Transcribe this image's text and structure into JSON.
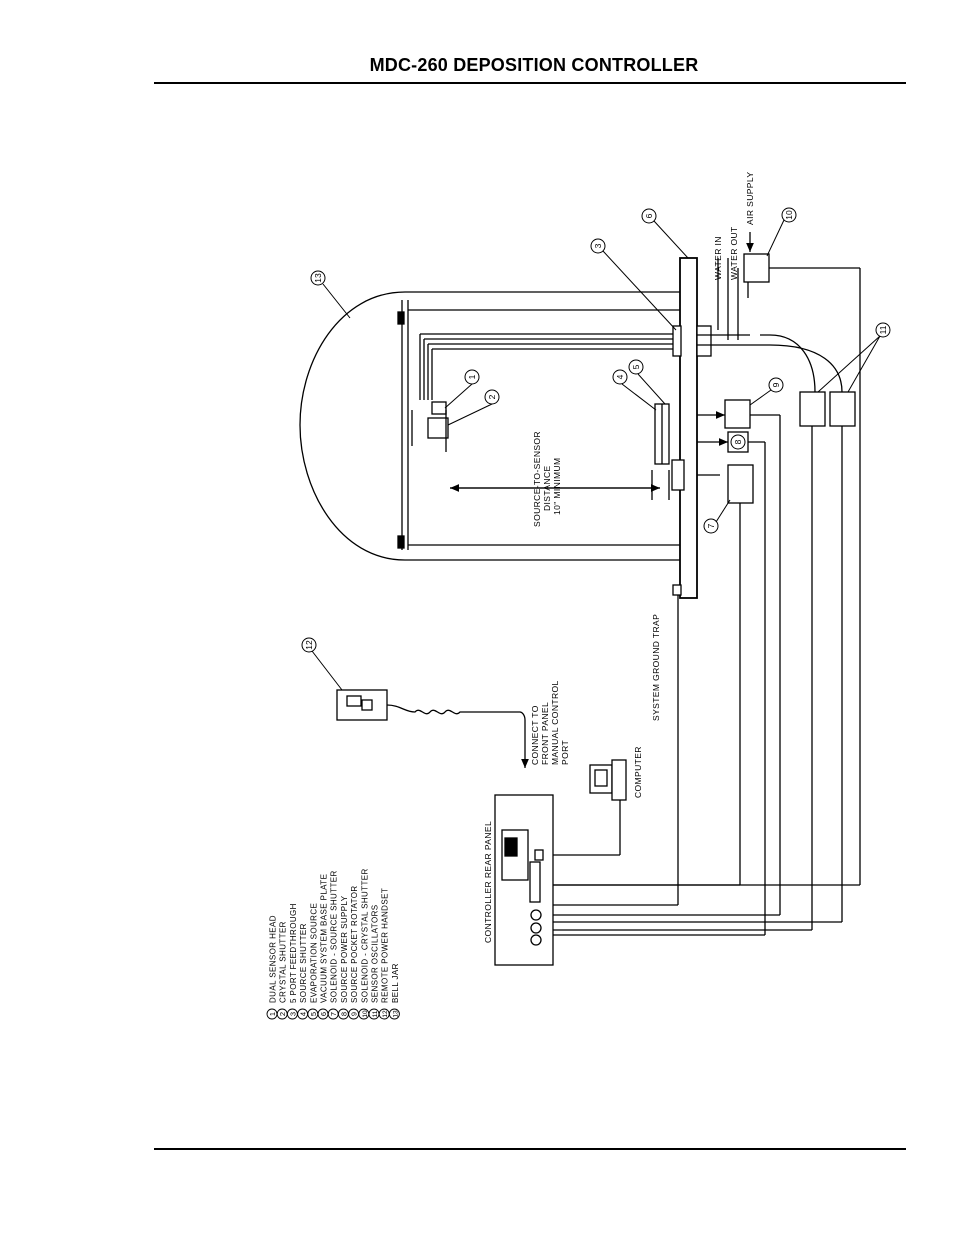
{
  "header": {
    "title": "MDC-260 DEPOSITION CONTROLLER"
  },
  "callouts": {
    "n1": "1",
    "n2": "2",
    "n3": "3",
    "n4": "4",
    "n5": "5",
    "n6": "6",
    "n7": "7",
    "n8": "8",
    "n9": "9",
    "n10": "10",
    "n11": "11",
    "n12": "12",
    "n13": "13"
  },
  "labels": {
    "air_supply": "AIR SUPPLY",
    "water_in": "WATER IN",
    "water_out": "WATER OUT",
    "distance_1": "SOURCE-TO-SENSOR",
    "distance_2": "DISTANCE",
    "distance_3": "10\" MINIMUM",
    "ground_trap": "SYSTEM GROUND TRAP",
    "connect_1": "CONNECT TO",
    "connect_2": "FRONT PANEL",
    "connect_3": "MANUAL CONTROL",
    "connect_4": "PORT",
    "computer": "COMPUTER",
    "rear_panel": "CONTROLLER REAR PANEL"
  },
  "legend": [
    {
      "num": "1",
      "text": "DUAL SENSOR HEAD"
    },
    {
      "num": "2",
      "text": "CRYSTAL SHUTTER"
    },
    {
      "num": "3",
      "text": "5 PORT FEEDTHROUGH"
    },
    {
      "num": "4",
      "text": "SOURCE SHUTTER"
    },
    {
      "num": "5",
      "text": "EVAPORATION SOURCE"
    },
    {
      "num": "6",
      "text": "VACUUM SYSTEM BASE PLATE"
    },
    {
      "num": "7",
      "text": "SOLENOID - SOURCE SHUTTER"
    },
    {
      "num": "8",
      "text": "SOURCE POWER SUPPLY"
    },
    {
      "num": "9",
      "text": "SOURCE POCKET ROTATOR"
    },
    {
      "num": "10",
      "text": "SOLENOID - CRYSTAL SHUTTER"
    },
    {
      "num": "11",
      "text": "SENSOR OSCILLATORS"
    },
    {
      "num": "12",
      "text": "REMOTE POWER HANDSET"
    },
    {
      "num": "13",
      "text": "BELL JAR"
    }
  ]
}
